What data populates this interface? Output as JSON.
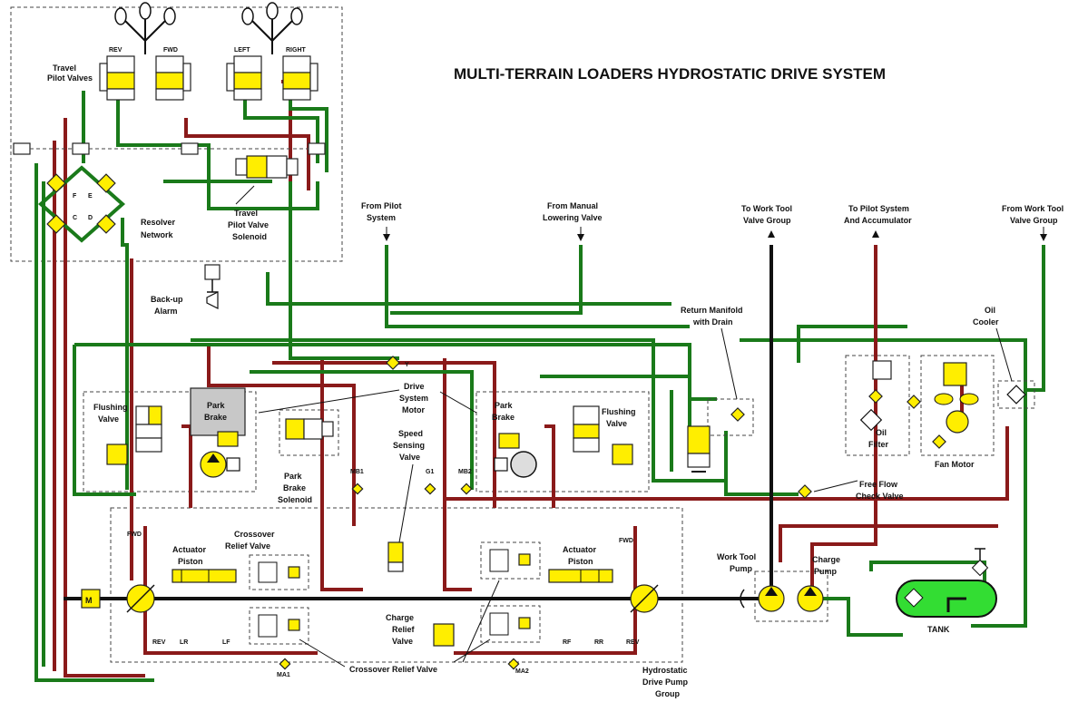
{
  "title": "MULTI-TERRAIN LOADERS HYDROSTATIC DRIVE SYSTEM",
  "labels": {
    "travel_pilot_valves": [
      "Travel",
      "Pilot Valves"
    ],
    "rev": "REV",
    "fwd": "FWD",
    "left": "LEFT",
    "right": "RIGHT",
    "resolver_network": [
      "Resolver",
      "Network"
    ],
    "travel_pilot_valve_solenoid": [
      "Travel",
      "Pilot Valve",
      "Solenoid"
    ],
    "backup_alarm": [
      "Back-up",
      "Alarm"
    ],
    "from_pilot_system": [
      "From Pilot",
      "System"
    ],
    "from_manual_lowering_valve": [
      "From Manual",
      "Lowering Valve"
    ],
    "to_work_tool_valve_group": [
      "To Work Tool",
      "Valve Group"
    ],
    "to_pilot_system_and_accumulator": [
      "To Pilot System",
      "And Accumulator"
    ],
    "from_work_tool_valve_group": [
      "From Work Tool",
      "Valve Group"
    ],
    "return_manifold": [
      "Return Manifold",
      "with Drain"
    ],
    "oil_cooler": [
      "Oil",
      "Cooler"
    ],
    "oil_filter": [
      "Oil",
      "Filter"
    ],
    "fan_motor": "Fan Motor",
    "free_flow_check_valve": [
      "Free Flow",
      "Check Valve"
    ],
    "flushing_valve": [
      "Flushing",
      "Valve"
    ],
    "park_brake": [
      "Park",
      "Brake"
    ],
    "park_brake_solenoid": [
      "Park",
      "Brake",
      "Solenoid"
    ],
    "drive_system_motor": [
      "Drive",
      "System",
      "Motor"
    ],
    "speed_sensing_valve": [
      "Speed",
      "Sensing",
      "Valve"
    ],
    "actuator_piston": [
      "Actuator",
      "Piston"
    ],
    "crossover_relief_valve_top": [
      "Crossover",
      "Relief Valve"
    ],
    "charge_relief_valve": [
      "Charge",
      "Relief",
      "Valve"
    ],
    "crossover_relief_valve_bottom": "Crossover Relief Valve",
    "work_tool_pump": [
      "Work Tool",
      "Pump"
    ],
    "charge_pump": [
      "Charge",
      "Pump"
    ],
    "tank": "TANK",
    "hydrostatic_drive_pump_group": [
      "Hydrostatic",
      "Drive Pump",
      "Group"
    ],
    "motor_m": "M",
    "y": "Y",
    "mb1": "MB1",
    "g1": "G1",
    "mb2": "MB2",
    "ma1": "MA1",
    "ma2": "MA2",
    "lr": "LR",
    "lf": "LF",
    "rf": "RF",
    "rr": "RR",
    "port_c": "C",
    "port_d": "D",
    "port_e": "E",
    "port_f": "F"
  },
  "colors": {
    "pilot_line": "#1a7a1a",
    "pressure_line": "#8a1a1a",
    "component": "#ffee00",
    "tank": "#33dd33"
  }
}
